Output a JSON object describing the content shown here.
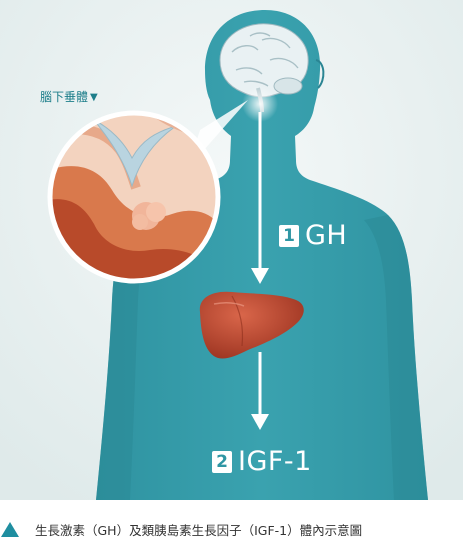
{
  "figure": {
    "pituitary_label": "腦下垂體",
    "pituitary_marker": "▼",
    "step1": {
      "number": "1",
      "label": "GH"
    },
    "step2": {
      "number": "2",
      "label": "IGF-1"
    }
  },
  "caption": {
    "text": "生長激素（GH）及類胰島素生長因子（IGF-1）體內示意圖"
  },
  "colors": {
    "background_panel": "#e6f0f0",
    "body": "#3a9fac",
    "body_dark": "#2c8795",
    "arrow": "#ffffff",
    "liver": "#b8452c",
    "brain": "#e8f0f2",
    "caption_triangle": "#1f8ea0"
  }
}
